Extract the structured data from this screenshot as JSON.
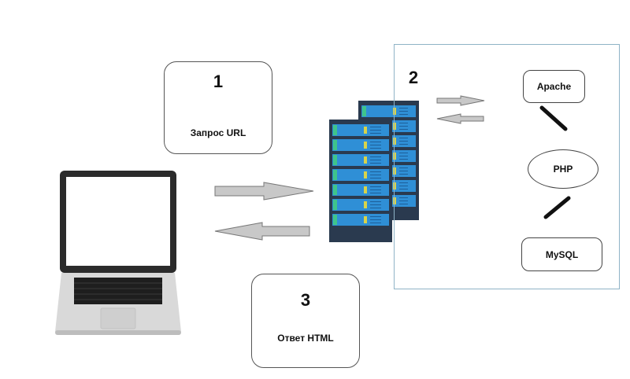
{
  "step1": {
    "number": "1",
    "label": "Запрос URL"
  },
  "step2": {
    "number": "2"
  },
  "step3": {
    "number": "3",
    "label": "Ответ HTML"
  },
  "services": {
    "apache": "Apache",
    "php": "PHP",
    "mysql": "MySQL"
  },
  "colors": {
    "server_body": "#2a3a4f",
    "server_blade": "#2f8fd6",
    "server_led": "#3fc48a",
    "server_light": "#d8d44a",
    "arrow_fill": "#c8c8c8",
    "frame_border": "#8fb3c6"
  }
}
